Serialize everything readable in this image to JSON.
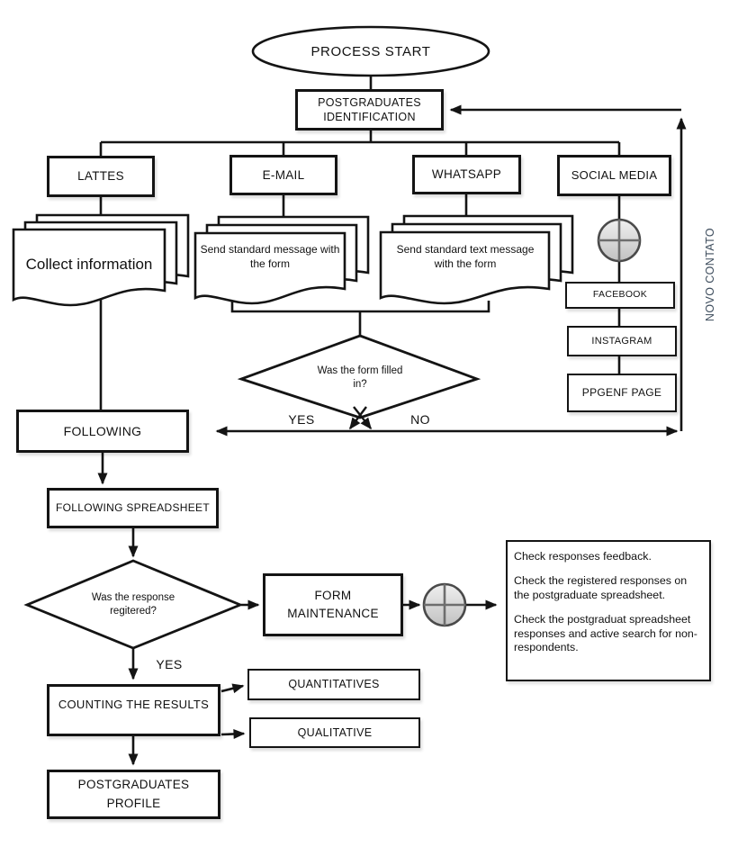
{
  "colors": {
    "line": "#141414",
    "node_fill": "#ffffff",
    "connector_fill": "#d9d9d9",
    "connector_stroke": "#4a4a4a",
    "feedback_text": "#3f4e5e"
  },
  "start": {
    "label": "PROCESS START"
  },
  "identification": {
    "label": "POSTGRADUATES IDENTIFICATION"
  },
  "channels": {
    "lattes": {
      "label": "LATTES",
      "doc": "Collect information"
    },
    "email": {
      "label": "E-MAIL",
      "doc": "Send standard message with the form"
    },
    "whatsapp": {
      "label": "WHATSAPP",
      "doc": "Send standard text message with the form"
    },
    "social_media": {
      "label": "SOCIAL MEDIA",
      "subpages": [
        {
          "label": "FACEBOOK"
        },
        {
          "label": "INSTAGRAM"
        },
        {
          "label": "PPGENF PAGE"
        }
      ]
    }
  },
  "feedback": {
    "label": "NOVO CONTATO"
  },
  "decision_form": {
    "question": "Was the form filled in?",
    "yes": "YES",
    "no": "NO"
  },
  "following": {
    "label": "FOLLOWING"
  },
  "following_spreadsheet": {
    "label": "FOLLOWING SPREADSHEET"
  },
  "decision_response": {
    "question": "Was the response regitered?",
    "yes": "YES"
  },
  "form_maintenance": {
    "label": "FORM MAINTENANCE"
  },
  "notes": {
    "items": [
      "Check responses feedback.",
      "Check the registered responses on the postgraduate spreadsheet.",
      "Check the postgraduat spreadsheet responses and active search for non-respondents."
    ]
  },
  "counting": {
    "label": "COUNTING THE RESULTS"
  },
  "outputs": [
    {
      "label": "QUANTITATIVES"
    },
    {
      "label": "QUALITATIVE"
    }
  ],
  "profile": {
    "label": "POSTGRADUATES PROFILE"
  }
}
